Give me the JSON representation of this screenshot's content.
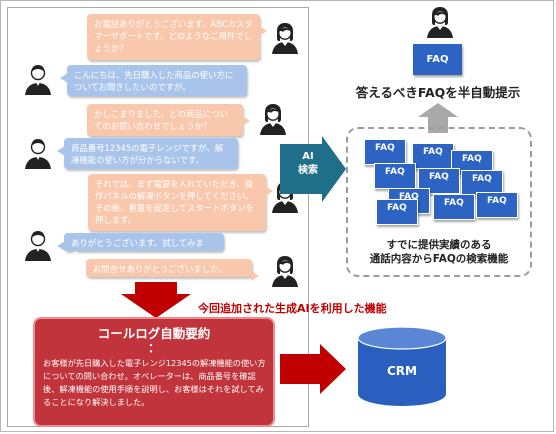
{
  "chat": {
    "messages": [
      {
        "speaker": "operator",
        "text": "お電話ありがとうございます。ABCカスタマーサポートです。どのようなご用件でしょうか？"
      },
      {
        "speaker": "customer",
        "text": "こんにちは、先日購入した商品の使い方についてお聞きしたいのですが。"
      },
      {
        "speaker": "operator",
        "text": "かしこまりました。どの商品についてのお問い合わせでしょうか？"
      },
      {
        "speaker": "customer",
        "text": "商品番号12345の電子レンジですが、解凍機能の使い方が分からないです。"
      },
      {
        "speaker": "operator",
        "text": "それでは、まず電源を入れていただき、操作パネルの解凍ボタンを押してください。その後、重量を設定してスタートボタンを押します。"
      },
      {
        "speaker": "customer",
        "text": "ありがとうございます。試してみます。"
      },
      {
        "speaker": "operator",
        "text": "お問合せありがとうございました。"
      }
    ]
  },
  "ai_search": {
    "label_line1": "AI",
    "label_line2": "検索"
  },
  "faq": {
    "top_label": "FAQ",
    "top_caption": "答えるべきFAQを半自動提示",
    "card_label": "FAQ",
    "cards_count": 10,
    "box_caption_line1": "すでに提供実績のある",
    "box_caption_line2": "通話内容からFAQの検索機能"
  },
  "new_feature": {
    "caption": "今回追加された生成AIを利用した機能"
  },
  "summary": {
    "title": "コールログ自動要約",
    "colon": "：",
    "body": "お客様が先日購入した電子レンジ12345の解凍機能の使い方についての問い合わせ。オペレーターは、商品番号を確認後、解凍機能の使用手順を説明し、お客様はそれを試してみることになり解決しました。"
  },
  "crm": {
    "label": "CRM"
  },
  "colors": {
    "faq_blue": "#2d64c4",
    "arrow_teal": "#1f6f8b",
    "arrow_red": "#c00000",
    "crm_blue": "#2a5fbf",
    "operator_bubble": "#f8c7ac",
    "customer_bubble": "#a9c4ea",
    "summary_red": "#c2343c"
  }
}
